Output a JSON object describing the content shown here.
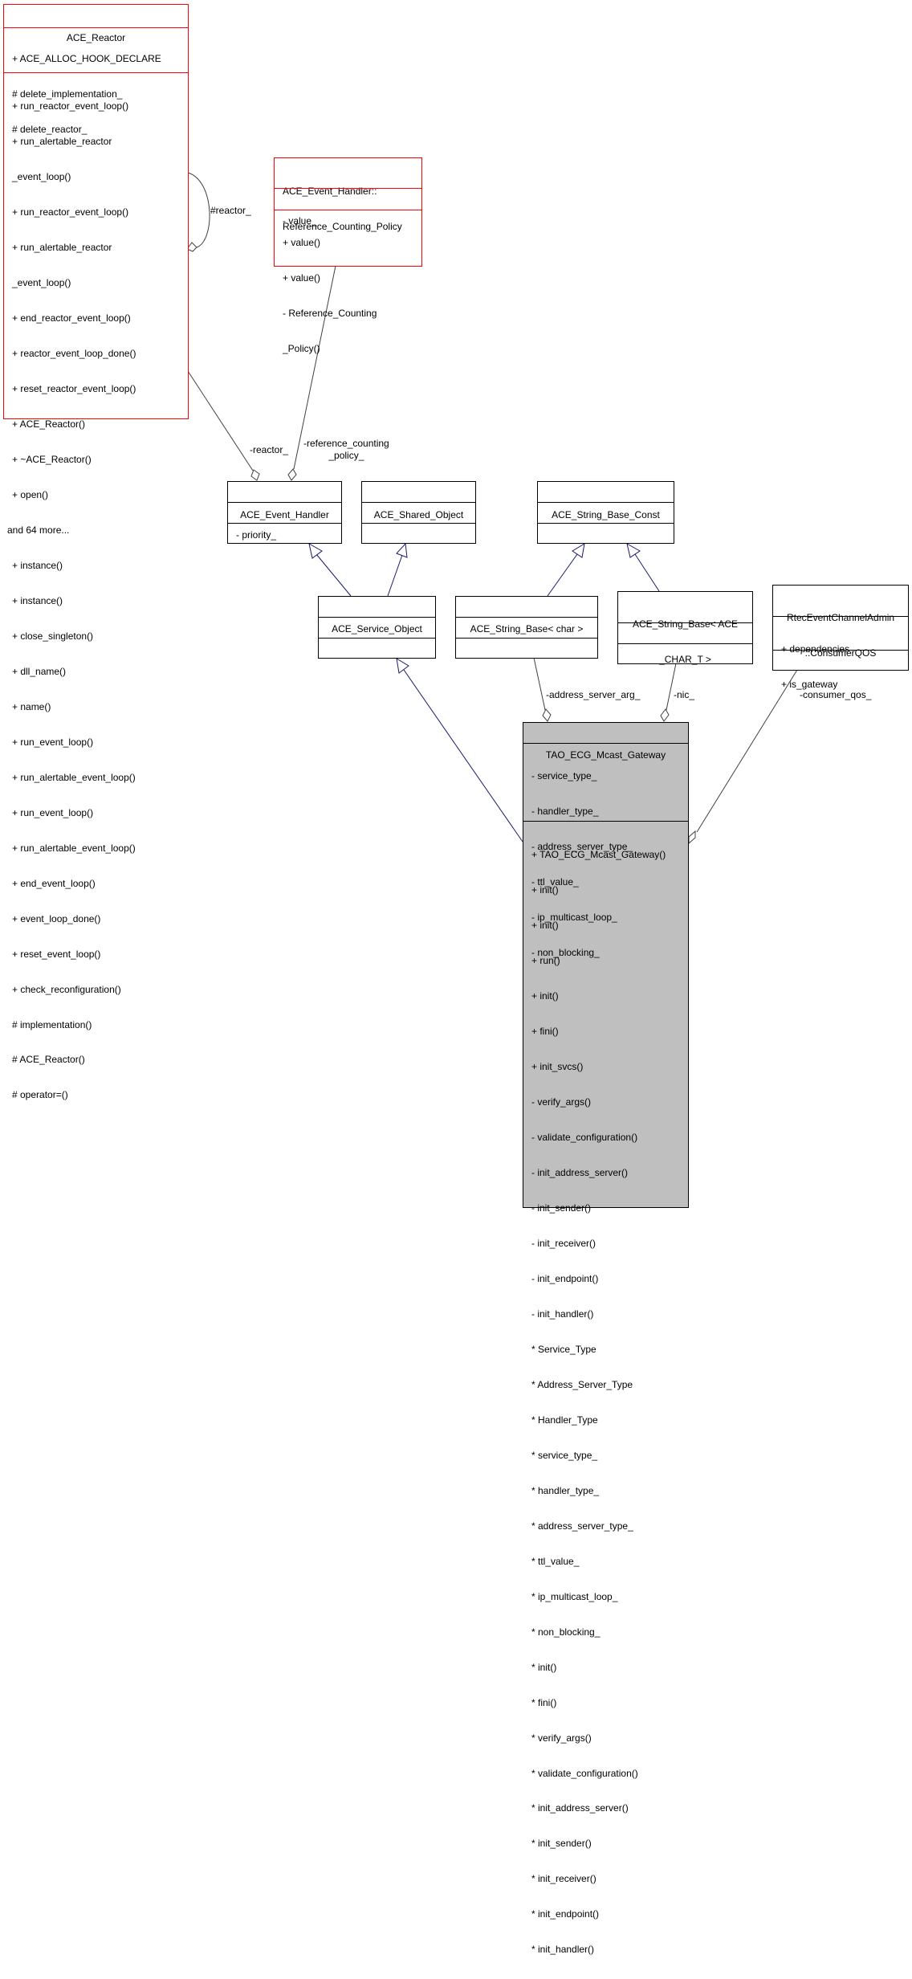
{
  "classes": {
    "ace_reactor": {
      "title": [
        "ACE_Reactor"
      ],
      "attrs": [
        "+ ACE_ALLOC_HOOK_DECLARE",
        "# delete_implementation_",
        "# delete_reactor_"
      ],
      "methods": [
        "+ run_reactor_event_loop()",
        "+ run_alertable_reactor",
        "_event_loop()",
        "+ run_reactor_event_loop()",
        "+ run_alertable_reactor",
        "_event_loop()",
        "+ end_reactor_event_loop()",
        "+ reactor_event_loop_done()",
        "+ reset_reactor_event_loop()",
        "+ ACE_Reactor()",
        "+ ~ACE_Reactor()",
        "+ open()",
        "and 64 more...",
        "+ instance()",
        "+ instance()",
        "+ close_singleton()",
        "+ dll_name()",
        "+ name()",
        "+ run_event_loop()",
        "+ run_alertable_event_loop()",
        "+ run_event_loop()",
        "+ run_alertable_event_loop()",
        "+ end_event_loop()",
        "+ event_loop_done()",
        "+ reset_event_loop()",
        "+ check_reconfiguration()",
        "# implementation()",
        "# ACE_Reactor()",
        "# operator=()"
      ]
    },
    "ref_counting_policy": {
      "title": [
        "ACE_Event_Handler::",
        "Reference_Counting_Policy"
      ],
      "attrs": [
        "- value_"
      ],
      "methods": [
        "+ value()",
        "+ value()",
        "- Reference_Counting",
        "_Policy()"
      ]
    },
    "ace_event_handler": {
      "title": [
        "ACE_Event_Handler"
      ],
      "attrs": [
        "- priority_"
      ],
      "methods": []
    },
    "ace_shared_object": {
      "title": [
        "ACE_Shared_Object"
      ],
      "attrs": [],
      "methods": []
    },
    "ace_string_base_const": {
      "title": [
        "ACE_String_Base_Const"
      ],
      "attrs": [],
      "methods": []
    },
    "ace_service_object": {
      "title": [
        "ACE_Service_Object"
      ],
      "attrs": [],
      "methods": []
    },
    "ace_string_base_char": {
      "title": [
        "ACE_String_Base< char >"
      ],
      "attrs": [],
      "methods": []
    },
    "ace_string_base_ace_char": {
      "title": [
        "ACE_String_Base< ACE",
        "_CHAR_T >"
      ],
      "attrs": [],
      "methods": []
    },
    "consumer_qos": {
      "title": [
        "RtecEventChannelAdmin",
        "::ConsumerQOS"
      ],
      "attrs": [
        "+ dependencies",
        "+ is_gateway"
      ],
      "methods": []
    },
    "tao_ecg_mcast_gateway": {
      "title": [
        "TAO_ECG_Mcast_Gateway"
      ],
      "attrs": [
        "- service_type_",
        "- handler_type_",
        "- address_server_type_",
        "- ttl_value_",
        "- ip_multicast_loop_",
        "- non_blocking_"
      ],
      "methods": [
        "+ TAO_ECG_Mcast_Gateway()",
        "+ init()",
        "+ init()",
        "+ run()",
        "+ init()",
        "+ fini()",
        "+ init_svcs()",
        "- verify_args()",
        "- validate_configuration()",
        "- init_address_server()",
        "- init_sender()",
        "- init_receiver()",
        "- init_endpoint()",
        "- init_handler()",
        "* Service_Type",
        "* Address_Server_Type",
        "* Handler_Type",
        "* service_type_",
        "* handler_type_",
        "* address_server_type_",
        "* ttl_value_",
        "* ip_multicast_loop_",
        "* non_blocking_",
        "* init()",
        "* fini()",
        "* verify_args()",
        "* validate_configuration()",
        "* init_address_server()",
        "* init_sender()",
        "* init_receiver()",
        "* init_endpoint()",
        "* init_handler()"
      ]
    }
  },
  "edge_labels": {
    "reactor_self": "#reactor_",
    "reactor": "-reactor_",
    "reference_counting_policy": "-reference_counting\n_policy_",
    "address_server_arg": "-address_server_arg_",
    "nic": "-nic_",
    "consumer_qos": "-consumer_qos_"
  },
  "colors": {
    "class_border": "#000000",
    "external_border": "#ff0000",
    "focus_fill": "#bfbfbf",
    "inherit_edge": "#191970",
    "usage_edge": "#404040"
  }
}
